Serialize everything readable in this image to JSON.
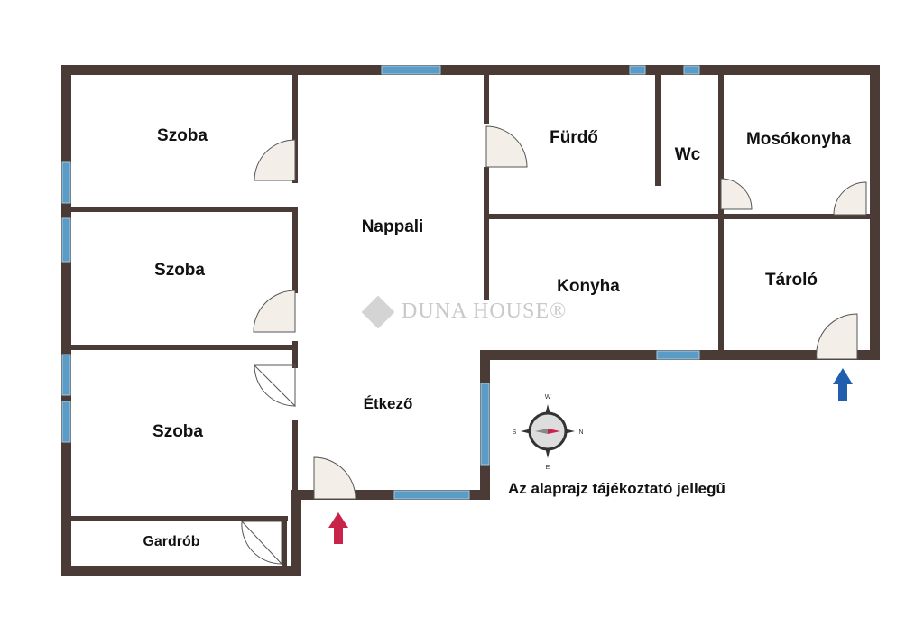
{
  "rooms": {
    "szoba1": "Szoba",
    "szoba2": "Szoba",
    "szoba3": "Szoba",
    "gardrob": "Gardrób",
    "nappali": "Nappali",
    "etkezo": "Étkező",
    "furdo": "Fürdő",
    "wc": "Wc",
    "mosokonyha": "Mosókonyha",
    "konyha": "Konyha",
    "tarolo": "Tároló"
  },
  "watermark": "DUNA HOUSE®",
  "note": "Az alaprajz tájékoztató jellegű",
  "compass": {
    "top": "W",
    "right": "N",
    "bottom": "E",
    "left": "S"
  },
  "colors": {
    "wall": "#4a3b36",
    "window": "#5b9cc6",
    "entry_arrow": "#c8244a",
    "side_arrow": "#1f5fae"
  }
}
